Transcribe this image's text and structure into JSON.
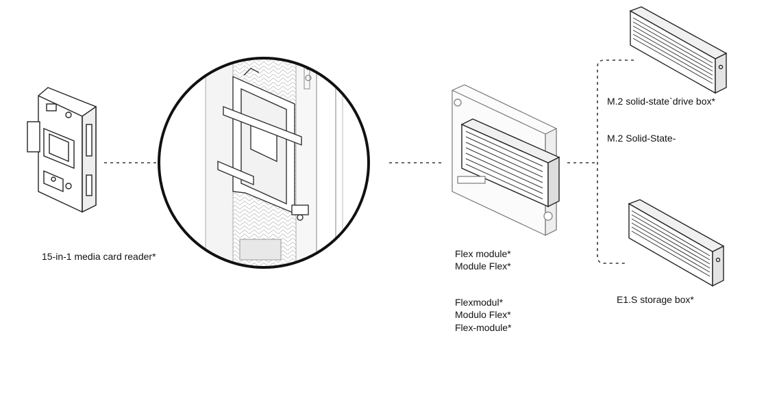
{
  "labels": {
    "card_reader": "15-in-1 media card reader*",
    "flex_module": [
      "Flex module*",
      "Module Flex*"
    ],
    "flex_module_other": [
      "Flexmodul*",
      "Modulo Flex*",
      "Flex-module*"
    ],
    "m2_box": "M.2 solid-state`drive box*",
    "m2_box_alt": "M.2 Solid-State-",
    "e1s_box": "E1.S storage box*"
  },
  "icons": {
    "card_reader": "card-reader-module-icon",
    "detail": "bay-mounting-bracket-detail-icon",
    "flex_module": "flex-module-icon",
    "m2_box": "m2-drive-box-icon",
    "e1s_box": "e1s-storage-box-icon"
  }
}
